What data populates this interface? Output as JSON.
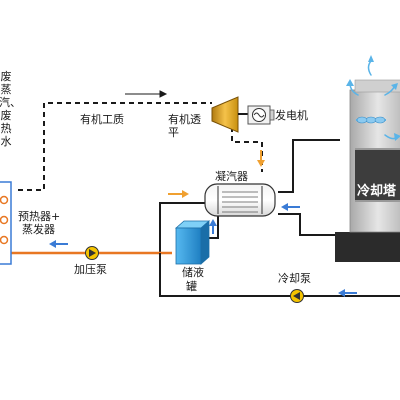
{
  "labels": {
    "waste_source": "废蒸汽、废热水",
    "organic_fluid": "有机工质",
    "turbine": "有机透平",
    "generator": "发电机",
    "condenser": "凝汽器",
    "preheater_evaporator_line1": "预热器+",
    "preheater_evaporator_line2": "蒸发器",
    "pressure_pump": "加压泵",
    "reservoir_line1": "储液",
    "reservoir_line2": "罐",
    "cooling_pump": "冷却泵",
    "cooling_tower": "冷却塔"
  },
  "colors": {
    "pipe_dark": "#1a1a1a",
    "pipe_hot": "#e87722",
    "flow_arrow_warm": "#f0a030",
    "flow_arrow_cool": "#3a7bd5",
    "tank_blue": "#2f9be0",
    "turbine_gold": "#e0a020",
    "pump_yellow": "#f5c400",
    "tower_body": "#c8c8c8",
    "tower_dark": "#3a3a3a",
    "vapor_blue": "#5ab4e8"
  },
  "icons": {
    "heat_exchanger": "preheater-evaporator-icon",
    "turbine": "turbine-icon",
    "generator": "generator-icon",
    "condenser": "condenser-icon",
    "reservoir": "reservoir-tank-icon",
    "pump": "pump-icon",
    "tower": "cooling-tower-icon"
  }
}
